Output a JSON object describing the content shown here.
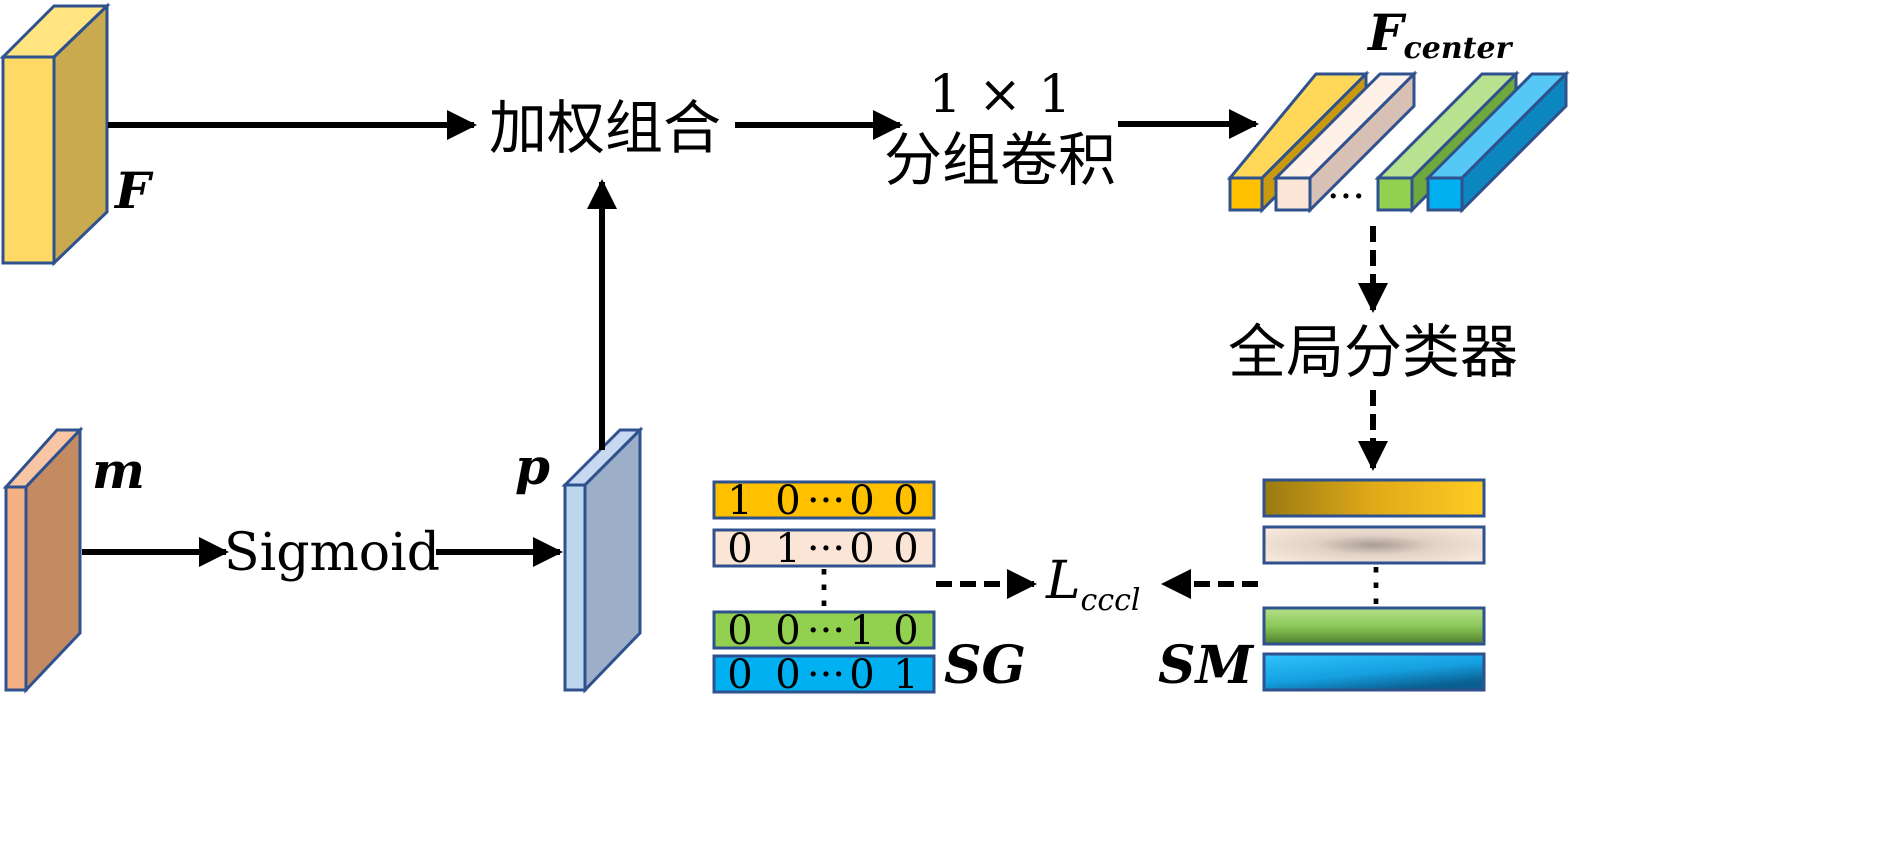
{
  "labels": {
    "f": "F",
    "m": "m",
    "p": "p",
    "f_center_main": "F",
    "f_center_sub": "center",
    "sg": "SG",
    "sm": "SM",
    "loss_main": "L",
    "loss_sub": "cccl"
  },
  "nodes": {
    "weighted_combination": "加权组合",
    "conv_line1": "1 × 1",
    "conv_line2": "分组卷积",
    "global_classifier": "全局分类器",
    "sigmoid": "Sigmoid"
  },
  "feature_colors": [
    "#ffc000",
    "#fbe5d6",
    "#92d050",
    "#00b0f0"
  ],
  "sg_rows": [
    [
      "1",
      "0",
      "0",
      "0"
    ],
    [
      "0",
      "1",
      "0",
      "0"
    ],
    [
      "0",
      "0",
      "1",
      "0"
    ],
    [
      "0",
      "0",
      "0",
      "1"
    ]
  ],
  "dots": {
    "h": "···",
    "v": "⋮",
    "cubes": "···"
  }
}
